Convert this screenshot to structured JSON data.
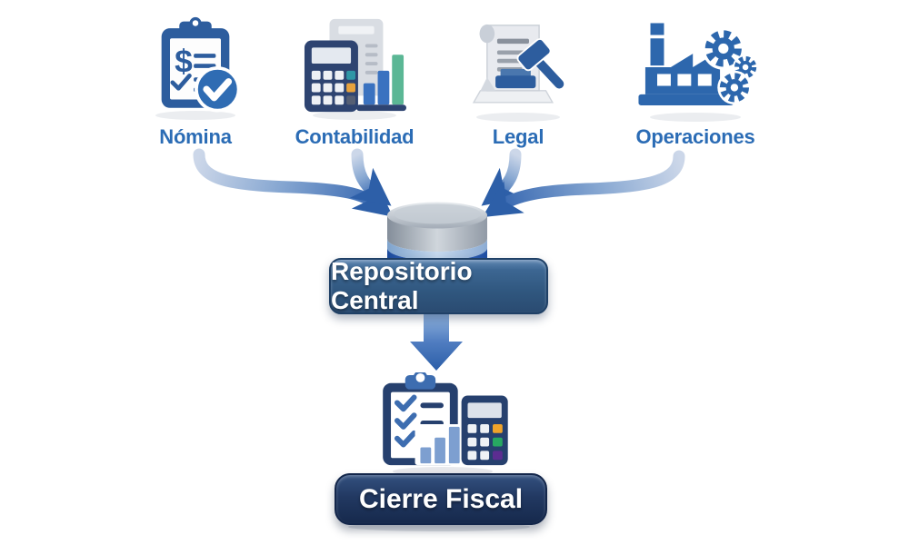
{
  "diagram": {
    "title_implicit": "Flujo de datos hacia el cierre fiscal",
    "sources": [
      {
        "label": "Nómina",
        "icon": "payroll-clipboard-icon"
      },
      {
        "label": "Contabilidad",
        "icon": "accounting-calculator-icon"
      },
      {
        "label": "Legal",
        "icon": "legal-gavel-icon"
      },
      {
        "label": "Operaciones",
        "icon": "operations-factory-icon"
      }
    ],
    "central": {
      "label": "Repositorio Central",
      "icon": "database-cylinder-icon"
    },
    "output": {
      "label": "Cierre Fiscal",
      "icon": "fiscal-close-clipboard-calculator-icon"
    },
    "flows": [
      {
        "from": "Nómina",
        "to": "Repositorio Central"
      },
      {
        "from": "Contabilidad",
        "to": "Repositorio Central"
      },
      {
        "from": "Legal",
        "to": "Repositorio Central"
      },
      {
        "from": "Operaciones",
        "to": "Repositorio Central"
      },
      {
        "from": "Repositorio Central",
        "to": "Cierre Fiscal"
      }
    ],
    "colors": {
      "label_text": "#2b6cb5",
      "icon_blue": "#2d5d9e",
      "dark_navy": "#26406e",
      "arrow_light": "#ccd7e9",
      "arrow_dark": "#2d5fa8",
      "central_button": "#30577f",
      "output_button": "#1b3058",
      "db_stripe_dark": "#2155ac",
      "db_stripe_light": "#a6c3e4",
      "accent_green": "#5bb795",
      "accent_yellow": "#e8a33d",
      "accent_teal": "#2f97a6",
      "accent_purple": "#5c2d91",
      "background": "#ffffff"
    }
  }
}
